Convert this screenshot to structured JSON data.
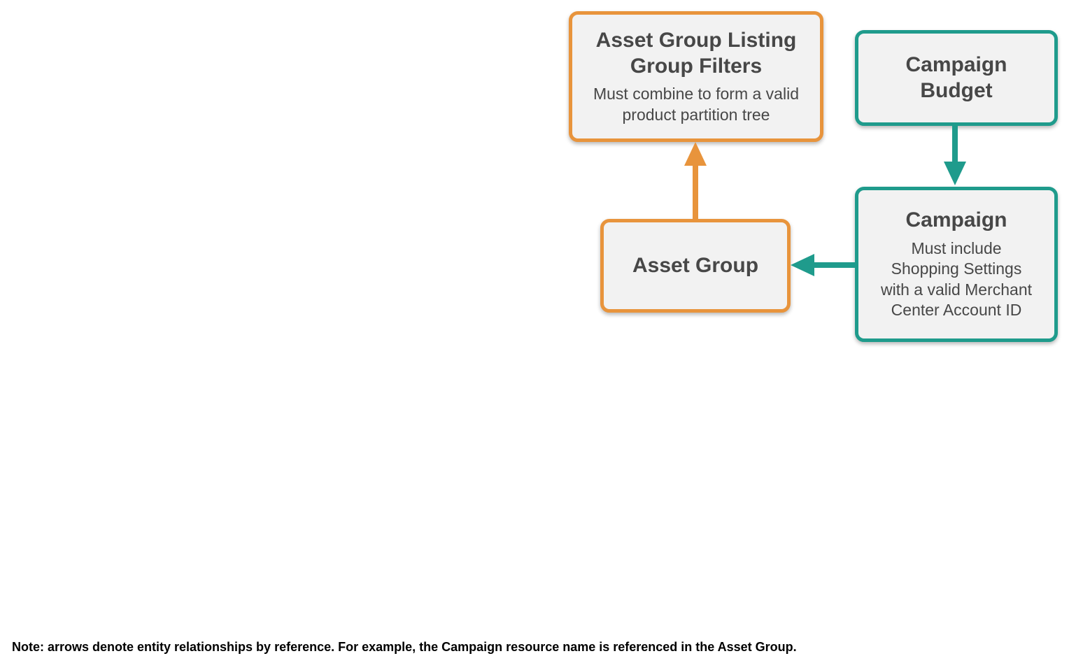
{
  "colors": {
    "orange": "#E8943C",
    "teal": "#1F9B8C",
    "node_fill": "#F2F2F2",
    "node_text": "#474747",
    "note_color": "#000000"
  },
  "nodes": {
    "listing_filters": {
      "title": "Asset Group Listing Group Filters",
      "subtitle": "Must combine to form a valid product partition tree"
    },
    "campaign_budget": {
      "title": "Campaign Budget"
    },
    "campaign": {
      "title": "Campaign",
      "subtitle": "Must include Shopping Settings with a valid Merchant Center Account ID"
    },
    "asset_group": {
      "title": "Asset Group"
    }
  },
  "edges": [
    {
      "from": "Asset Group",
      "to": "Asset Group Listing Group Filters",
      "color": "orange",
      "direction": "up"
    },
    {
      "from": "Campaign Budget",
      "to": "Campaign",
      "color": "teal",
      "direction": "down"
    },
    {
      "from": "Campaign",
      "to": "Asset Group",
      "color": "teal",
      "direction": "left"
    }
  ],
  "note": "Note: arrows denote entity relationships by reference. For example, the Campaign resource name is referenced in the Asset Group."
}
